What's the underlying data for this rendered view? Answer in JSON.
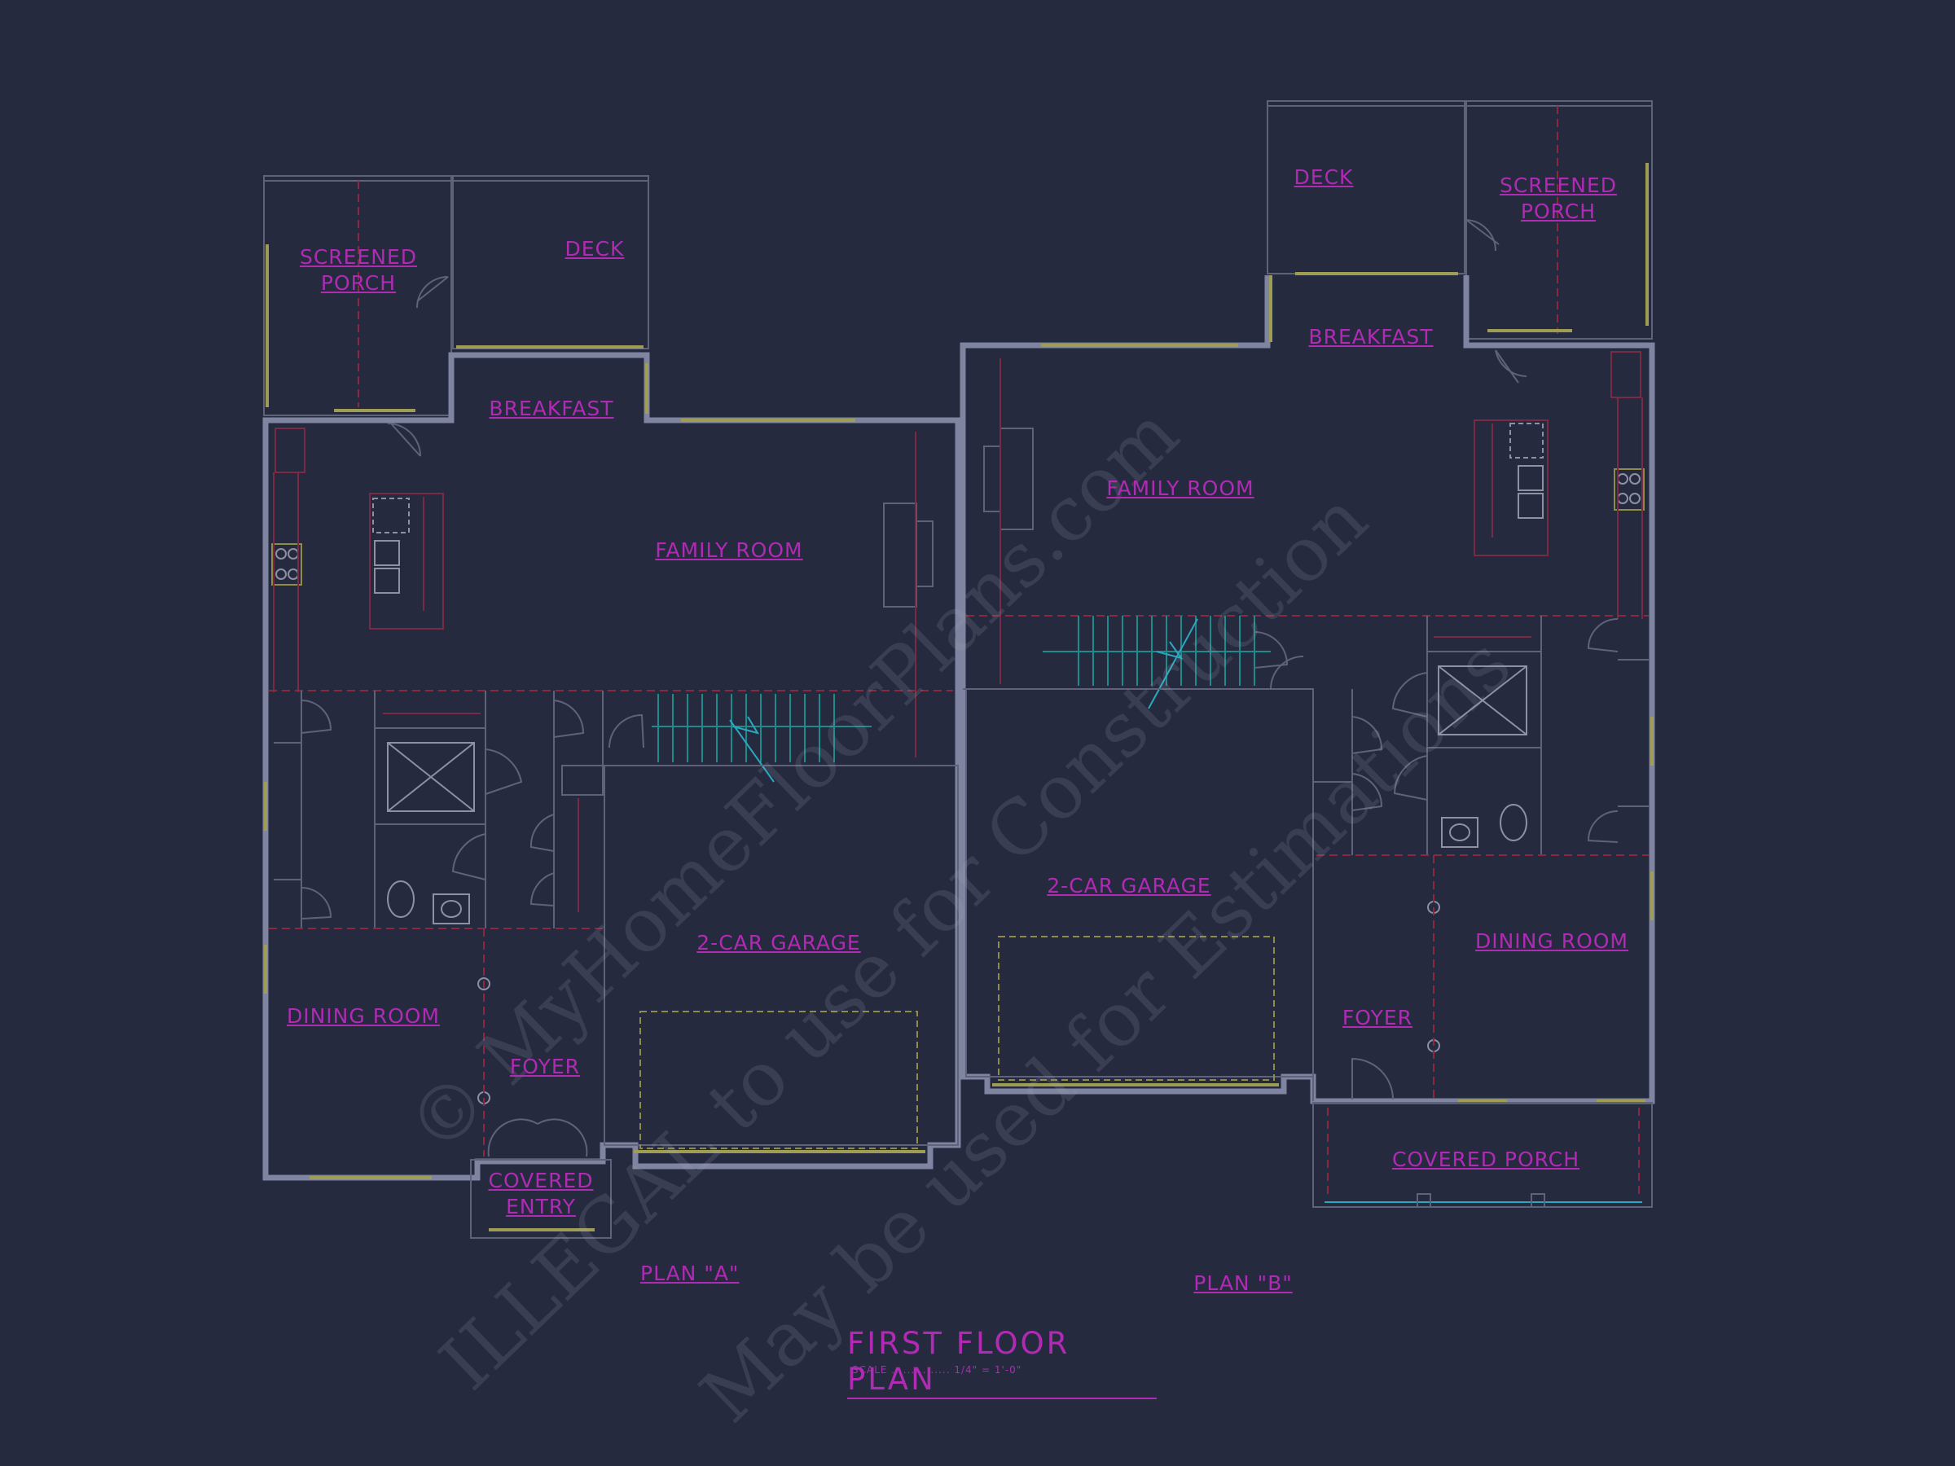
{
  "title": "FIRST FLOOR PLAN",
  "scale_text": "SCALE ............... 1/4\" = 1'-0\"",
  "watermark": {
    "line1": "© MyHomeFloorPlans.com",
    "line2": "ILLEGAL to use for Construction",
    "line3": "May be used for Estimations"
  },
  "plan_a": {
    "label": "PLAN \"A\"",
    "rooms": {
      "screened_porch": "SCREENED\nPORCH",
      "deck": "DECK",
      "breakfast": "BREAKFAST",
      "family_room": "FAMILY ROOM",
      "garage": "2-CAR GARAGE",
      "dining_room": "DINING ROOM",
      "foyer": "FOYER",
      "covered_entry": "COVERED\nENTRY"
    }
  },
  "plan_b": {
    "label": "PLAN \"B\"",
    "rooms": {
      "deck": "DECK",
      "screened_porch": "SCREENED\nPORCH",
      "breakfast": "BREAKFAST",
      "family_room": "FAMILY ROOM",
      "garage": "2-CAR GARAGE",
      "dining_room": "DINING ROOM",
      "foyer": "FOYER",
      "covered_porch": "COVERED PORCH"
    }
  }
}
